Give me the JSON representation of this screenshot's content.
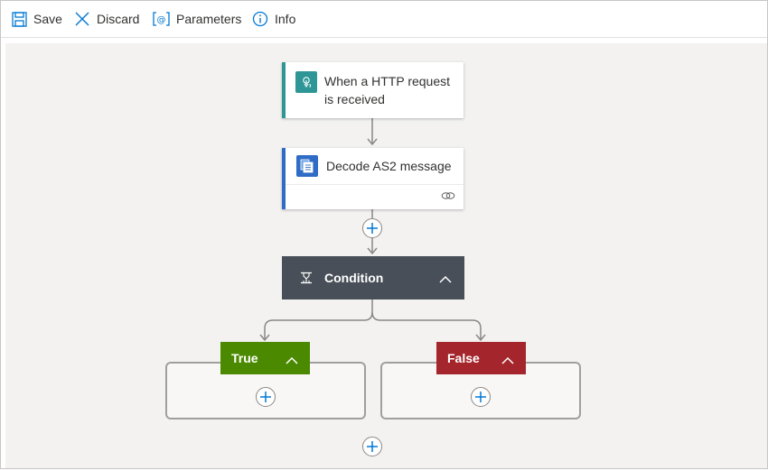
{
  "toolbar": {
    "save_label": "Save",
    "discard_label": "Discard",
    "parameters_label": "Parameters",
    "info_label": "Info"
  },
  "workflow": {
    "trigger": {
      "title_line1": "When a HTTP request",
      "title_line2": "is received",
      "icon": "http-request-icon",
      "accent_color": "#2e9696"
    },
    "action": {
      "title": "Decode AS2 message",
      "icon": "as2-decode-icon",
      "accent_color": "#2f6cc5",
      "footer_icon": "link-icon"
    },
    "condition": {
      "title": "Condition",
      "icon": "condition-icon",
      "color": "#484f58"
    },
    "true_branch": {
      "title": "True",
      "color": "#4b8a00"
    },
    "false_branch": {
      "title": "False",
      "color": "#a4262c"
    }
  },
  "colors": {
    "canvas_bg": "#f3f2f1",
    "connector": "#8a8886",
    "plus_blue": "#0078d4"
  }
}
